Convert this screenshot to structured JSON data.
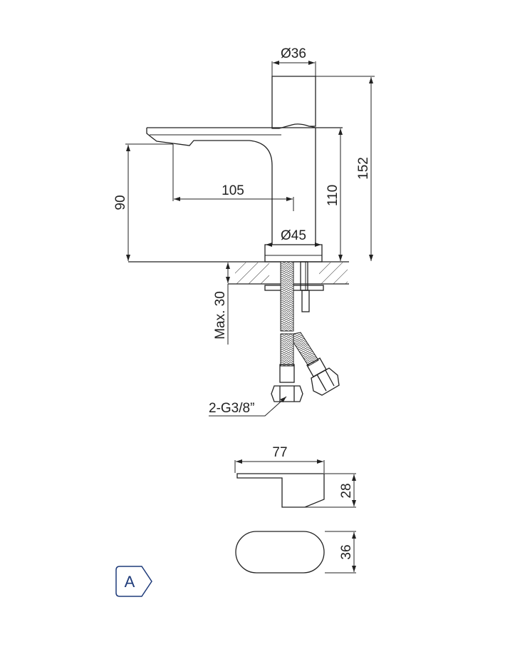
{
  "dimensions": {
    "handle_diameter": "Ø36",
    "total_height": "152",
    "spout_height": "110",
    "outlet_height": "90",
    "spout_reach": "105",
    "base_diameter": "Ø45",
    "max_counter_thickness": "Max. 30",
    "connection": "2-G3/8”",
    "handle_length": "77",
    "handle_height": "28",
    "handle_width": "36"
  },
  "badge": {
    "label": "A"
  },
  "colors": {
    "line": "#222222",
    "badge": "#1f3b7a"
  }
}
